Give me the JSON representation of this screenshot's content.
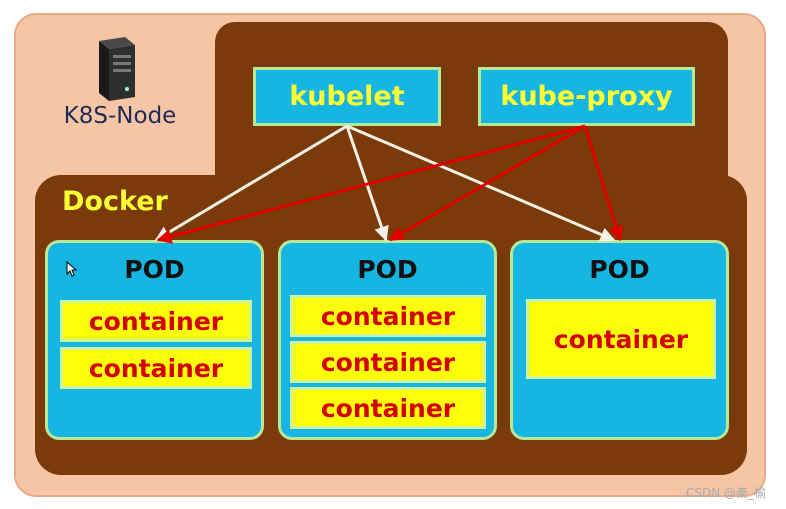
{
  "node": {
    "label": "K8S-Node"
  },
  "docker": {
    "label": "Docker"
  },
  "components": {
    "kubelet": "kubelet",
    "kube_proxy": "kube-proxy"
  },
  "pods": [
    {
      "title": "POD",
      "containers": [
        "container",
        "container"
      ]
    },
    {
      "title": "POD",
      "containers": [
        "container",
        "container",
        "container"
      ]
    },
    {
      "title": "POD",
      "containers": [
        "container"
      ]
    }
  ],
  "watermark": "CSDN @秦_榆",
  "colors": {
    "outer_background": "#f5c5a5",
    "brown_panel": "#7a3a0a",
    "component_fill": "#17b6e2",
    "container_fill": "#ffff0a",
    "container_text": "#d40000",
    "kubelet_arrow": "#f5f0e6",
    "kube_proxy_arrow": "#e00000"
  },
  "icons": [
    "server-icon",
    "mouse-cursor-icon"
  ]
}
